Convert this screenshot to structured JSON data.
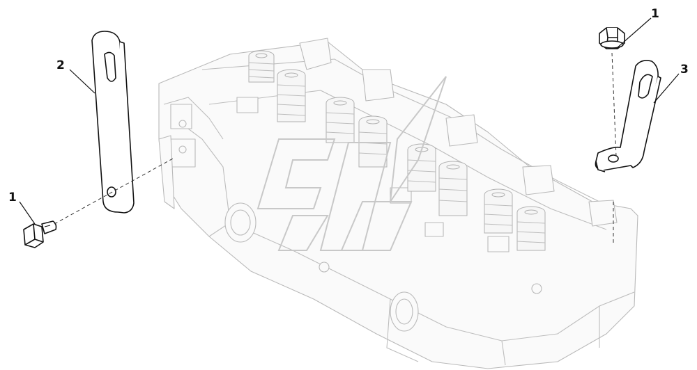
{
  "callouts": {
    "c1_left": "1",
    "c2": "2",
    "c1_right": "1",
    "c3": "3"
  }
}
